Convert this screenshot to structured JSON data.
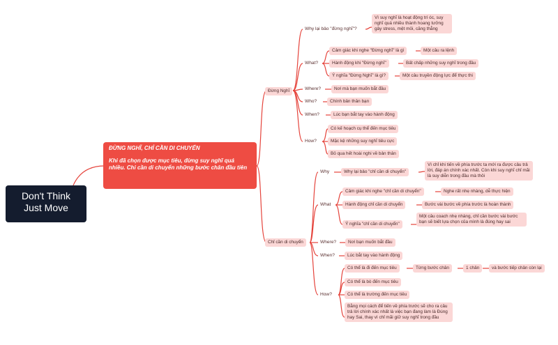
{
  "root": {
    "line1": "Don't Think",
    "line2": "Just Move"
  },
  "central": {
    "title": "ĐỪNG NGHĨ, CHỈ CẦN DI CHUYỂN",
    "subtitle": "Khi đã chọn được mục tiêu, đừng suy nghĩ quá nhiều.  Chỉ cần di chuyển những bước chân đầu tiên"
  },
  "dung_nghi": {
    "label": "Đừng Nghĩ",
    "why": {
      "label": "Why lại bảo \"đừng nghĩ\"?",
      "answer": "Vì suy nghĩ là hoạt động trí óc, suy nghĩ quá nhiều thành hoang tưởng gây stress, mệt mỏi, căng thẳng"
    },
    "what": {
      "label": "What?",
      "items": [
        {
          "q": "Cảm giác khi nghe \"Đừng nghĩ\" là gì",
          "a": "Một câu ra lệnh"
        },
        {
          "q": "Hành động khi \"Đừng nghĩ\"",
          "a": "Bất chấp những suy nghĩ trong đầu"
        },
        {
          "q": "Ý nghĩa \"Đừng Nghĩ\" là gì?",
          "a": "Một câu truyền động lực để thực thi"
        }
      ]
    },
    "where": {
      "label": "Where?",
      "answer": "Nơi mà bạn muốn bắt đầu"
    },
    "who": {
      "label": "Who?",
      "answer": "Chính bản thân bạn"
    },
    "when": {
      "label": "When?",
      "answer": "Lúc bạn bắt tay vào hành động"
    },
    "how": {
      "label": "How?",
      "items": [
        "Có kế hoạch cụ thể đến mục tiêu",
        "Mặc kệ những suy nghĩ tiêu cực",
        "Bỏ qua hết hoài nghi về bản thân"
      ]
    }
  },
  "chi_can": {
    "label": "Chỉ cần di chuyển",
    "why": {
      "label": "Why",
      "q": "Why lại bảo \"chỉ cần di chuyển\"",
      "a": "Vì chỉ khi tiến về phía trước ta mới ra được câu trả lời, đáp án chính xác nhất. Còn khi suy nghĩ chỉ mãi là suy diễn trong đầu mà thôi"
    },
    "what": {
      "label": "What",
      "items": [
        {
          "q": "Cảm giác khi nghe \"chỉ cần di chuyển\"",
          "a": "Nghe rất nhẹ nhàng, dễ thực hiện"
        },
        {
          "q": "Hành động chỉ cần di chuyển",
          "a": "Bước vài bước về phía trước là hoàn thành"
        },
        {
          "q": "Ý nghĩa \"chỉ cần di chuyển\"",
          "a": "Một câu coach nhẹ nhàng, chỉ cần bước vài bước bạn sẽ biết lựa chọn của mình là đúng hay sai"
        }
      ]
    },
    "where": {
      "label": "Where?",
      "answer": "Nơi bạn muốn bắt đầu"
    },
    "when": {
      "label": "When?",
      "answer": "Lúc bắt tay vào hành động"
    },
    "how": {
      "label": "How?",
      "item1": "Có thể là đi đến mục tiêu",
      "chain": [
        "Từng bước chân",
        "1 chân",
        "và bước tiếp chân còn lại"
      ],
      "item2": "Có thể là bò đến mục tiêu",
      "item3": "Có thể là trường đến mục tiêu",
      "item4": "Bằng mọi cách để tiến về phía trước sẽ cho ra câu trả lời chính xác nhất là việc bạn đang làm là Đúng hay Sai, thay vì chỉ mãi giữ suy nghĩ trong đầu"
    }
  }
}
